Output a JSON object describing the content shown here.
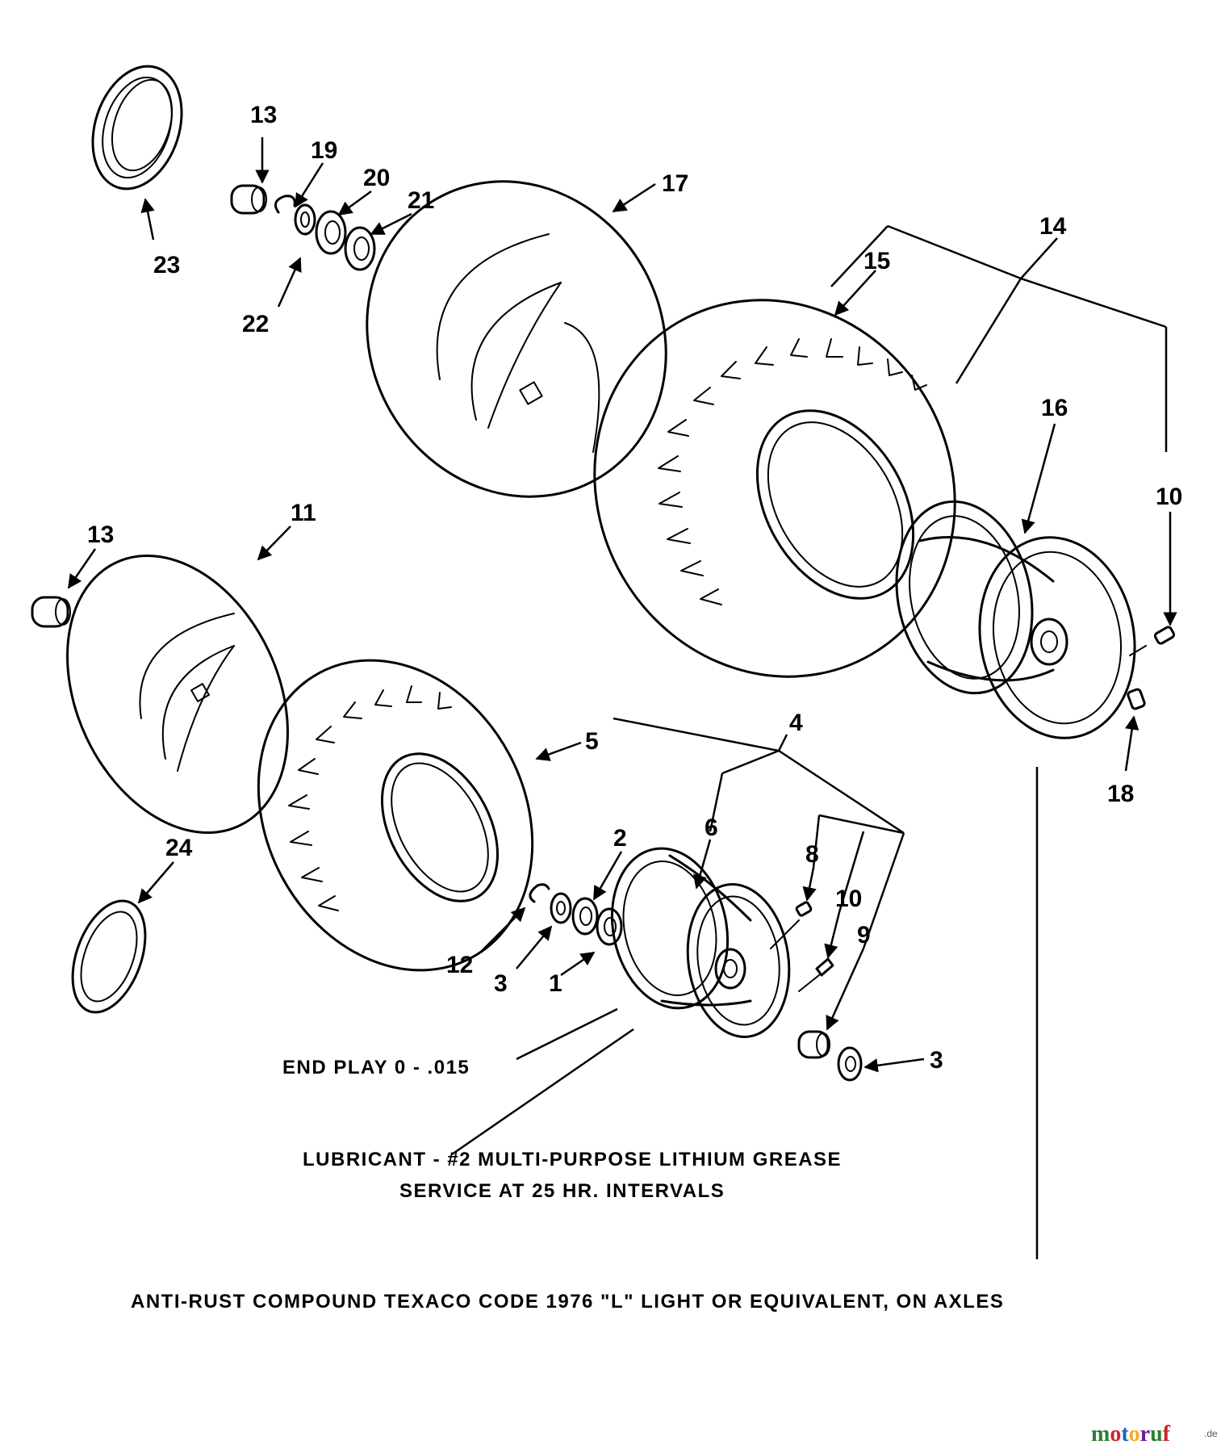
{
  "callouts": {
    "c1": "1",
    "c2": "2",
    "c3a": "3",
    "c3b": "3",
    "c4": "4",
    "c5": "5",
    "c6": "6",
    "c8": "8",
    "c9": "9",
    "c10a": "10",
    "c10b": "10",
    "c11": "11",
    "c12": "12",
    "c13a": "13",
    "c13b": "13",
    "c14": "14",
    "c15": "15",
    "c16": "16",
    "c17": "17",
    "c18": "18",
    "c19": "19",
    "c20": "20",
    "c21": "21",
    "c22": "22",
    "c23": "23",
    "c24": "24"
  },
  "notes": {
    "end_play": "END PLAY 0 - .015",
    "lubricant": "LUBRICANT - #2 MULTI-PURPOSE LITHIUM GREASE",
    "service": "SERVICE AT 25 HR. INTERVALS",
    "anti_rust": "ANTI-RUST COMPOUND  TEXACO CODE 1976 \"L\" LIGHT OR EQUIVALENT, ON AXLES"
  },
  "watermark": {
    "brand_letters": [
      "m",
      "o",
      "t",
      "o",
      "r",
      "u",
      "f"
    ],
    "brand_colors": [
      "#2e7d32",
      "#c62828",
      "#1565c0",
      "#f9a825",
      "#6a1b9a",
      "#2e7d32",
      "#c62828"
    ],
    "suffix": ".de"
  }
}
